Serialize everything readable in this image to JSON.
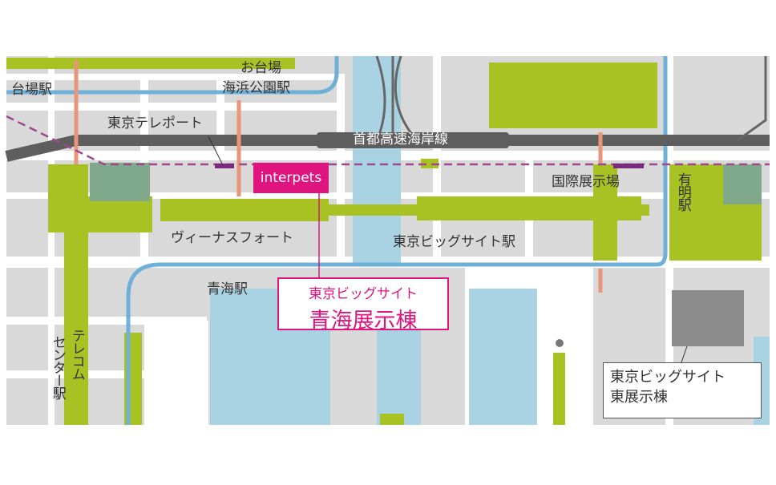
{
  "map": {
    "colors": {
      "green": "#a8c224",
      "gray": "#d9d9d9",
      "water": "#a9d3e3",
      "rail": "#6fb0d8",
      "highway": "#5e5e5e",
      "accent": "#e0147f",
      "walk": "#e8957a",
      "building": "#7fa98a"
    },
    "highway_label": "首都高速海岸線",
    "stations": {
      "daiba": "台場駅",
      "odaiba_kaihin_line1": "お台場",
      "odaiba_kaihin_line2": "海浜公園駅",
      "tokyo_teleport": "東京テレポート",
      "venus_fort": "ヴィーナスフォート",
      "aomi": "青海駅",
      "telecom_center_1": "テレコム",
      "telecom_center_2": "センター駅",
      "kokusai_tenjijo": "国際展示場",
      "ariake": "有明駅",
      "big_sight_station": "東京ビッグサイト駅"
    },
    "venue_badge": "interpets",
    "aomi_callout": {
      "line1": "東京ビッグサイト",
      "line2": "青海展示棟"
    },
    "east_callout": {
      "line1": "東京ビッグサイト",
      "line2": "東展示棟"
    }
  }
}
